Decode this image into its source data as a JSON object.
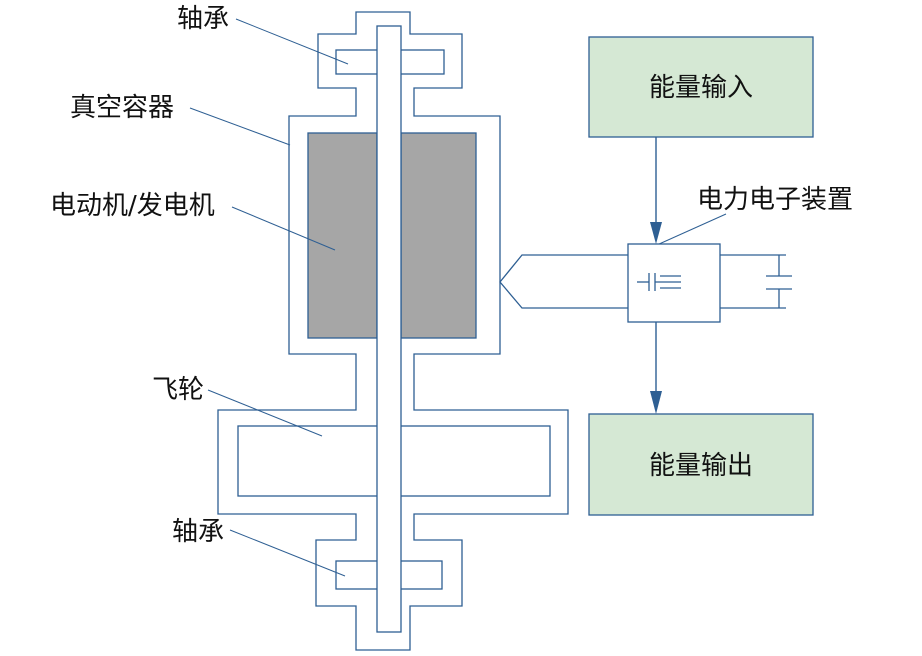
{
  "labels": {
    "bearing_top": "轴承",
    "vacuum_container": "真空容器",
    "motor_generator": "电动机/发电机",
    "flywheel": "飞轮",
    "bearing_bottom": "轴承",
    "power_electronics": "电力电子装置"
  },
  "boxes": {
    "energy_input": "能量输入",
    "energy_output": "能量输出"
  },
  "colors": {
    "line": "#2e5f93",
    "motor_fill": "#a6a6a6",
    "box_fill": "#d5e8d4"
  }
}
